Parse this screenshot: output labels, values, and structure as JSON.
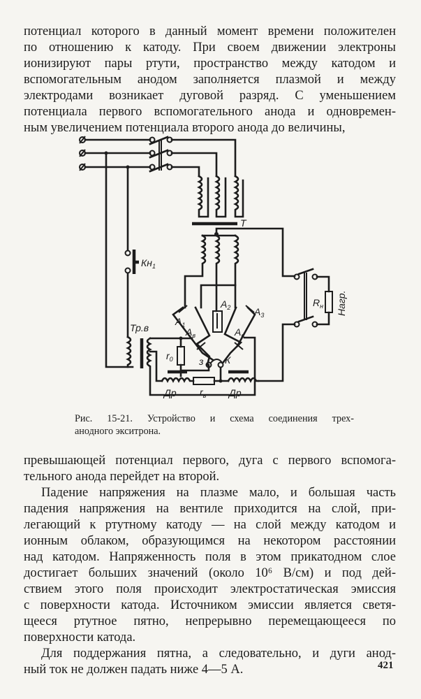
{
  "top_paragraph": {
    "lines": [
      "потенциал которого в данный момент времени положителен",
      "по отношению к катоду. При своем движении электроны",
      "ионизируют пары ртути, пространство между катодом и",
      "вспомогательным анодом заполняется плазмой и между",
      "электродами возникает дуговой разряд. С уменьшением",
      "потенциала первого вспомогательного анода и одновремен-",
      "ным увеличением потенциала второго анода до величины,"
    ]
  },
  "figure": {
    "labels": {
      "T": "Т",
      "kn": "Кн",
      "kn_sub": "1",
      "trv": "Тр.в",
      "a1": "А",
      "a1_sub": "1",
      "a2": "А",
      "a2_sub": "2",
      "a3": "А",
      "a3_sub": "3",
      "av_left": "А",
      "av_left_sub": "в",
      "av_right": "А",
      "av_right_sub": "в",
      "r0": "r",
      "r0_sub": "0",
      "z": "з",
      "k": "К",
      "dr_left": "Др",
      "rv": "r",
      "rv_sub": "в",
      "dr_right": "Др",
      "rn": "R",
      "rn_sub": "н",
      "load": "Нагр."
    },
    "caption_line1": "Рис. 15-21. Устройство и схема соединения трех-",
    "caption_line2": "анодного экситрона."
  },
  "bottom_paragraphs": [
    {
      "indent": false,
      "lines": [
        "превышающей потенциал первого, дуга с первого вспомога-",
        "тельного анода перейдет на второй."
      ]
    },
    {
      "indent": true,
      "lines": [
        "Падение напряжения на плазме мало, и большая часть",
        "падения напряжения на вентиле приходится на слой, при-",
        "легающий к ртутному катоду — на слой между катодом и",
        "ионным облаком, образующимся на некотором расстоянии",
        "над катодом. Напряженность поля в этом прикатодном слое",
        "достигает больших значений (около 10⁶ В/см) и под дей-",
        "ствием этого поля происходит электростатическая эмиссия",
        "с поверхности катода. Источником эмиссии является светя-",
        "щееся ртутное пятно, непрерывно перемещающееся по",
        "поверхности катода."
      ]
    },
    {
      "indent": true,
      "lines": [
        "Для поддержания пятна, а следовательно, и дуги анод-",
        "ный ток не должен падать ниже 4—5 А."
      ]
    }
  ],
  "page_number": "421"
}
